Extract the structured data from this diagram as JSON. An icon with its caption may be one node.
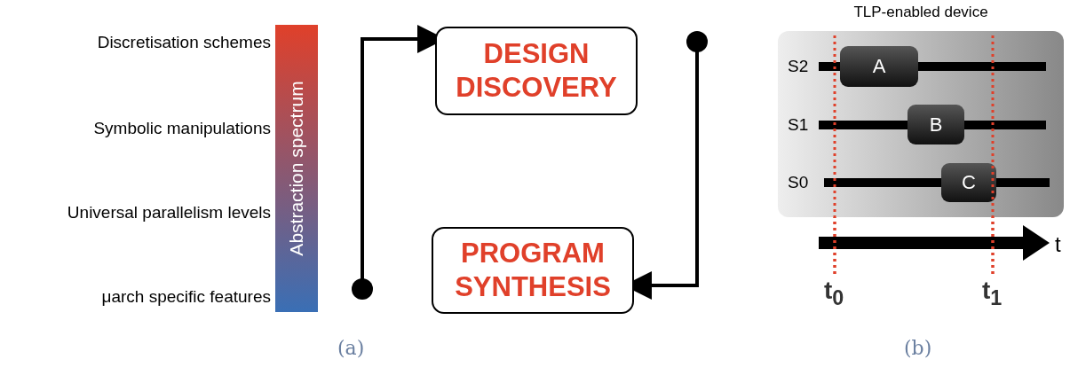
{
  "diagram": {
    "nodes": [
      {
        "text": [
          "Abstraction spectrum"
        ]
      },
      {
        "text": [
          "DESIGN DISCOVERY"
        ]
      },
      {
        "text": [
          "PROGRAM SYNTHESIS"
        ]
      },
      {
        "text": [
          "TLP-enabled device"
        ]
      },
      {
        "text": [
          "A"
        ],
        "in": 3
      },
      {
        "text": [
          "B"
        ],
        "in": 3
      },
      {
        "text": [
          "C"
        ],
        "in": 3
      }
    ],
    "edges": [
      {
        "from": null,
        "to": 1,
        "arrow": "to"
      },
      {
        "from": null,
        "to": 2,
        "arrow": "to"
      }
    ],
    "labels": [
      "Discretisation schemes",
      "Symbolic manipulations",
      "Universal parallelism levels",
      "μarch specific features",
      "(a)",
      "S2",
      "S1",
      "S0",
      "t",
      "t$_{0}$",
      "t$_{1}$",
      "(b)"
    ]
  }
}
